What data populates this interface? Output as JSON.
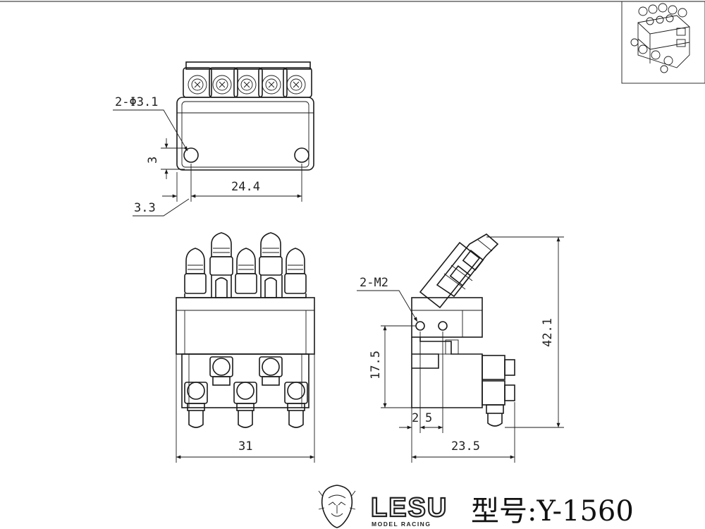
{
  "drawing": {
    "top_view": {
      "hole_callout": "2-Φ3.1",
      "dim_hole_spacing": "24.4",
      "dim_hole_height": "3",
      "dim_hole_edge": "3.3"
    },
    "front_view": {
      "dim_width": "31"
    },
    "side_view": {
      "thread_callout": "2-M2",
      "dim_height_total": "42.1",
      "dim_height_hole": "17.5",
      "dim_offset_a": "2",
      "dim_offset_b": "5",
      "dim_width": "23.5"
    }
  },
  "title_block": {
    "brand": "LESU",
    "brand_sub": "MODEL RACING",
    "model_label": "型号:Y-1560"
  }
}
